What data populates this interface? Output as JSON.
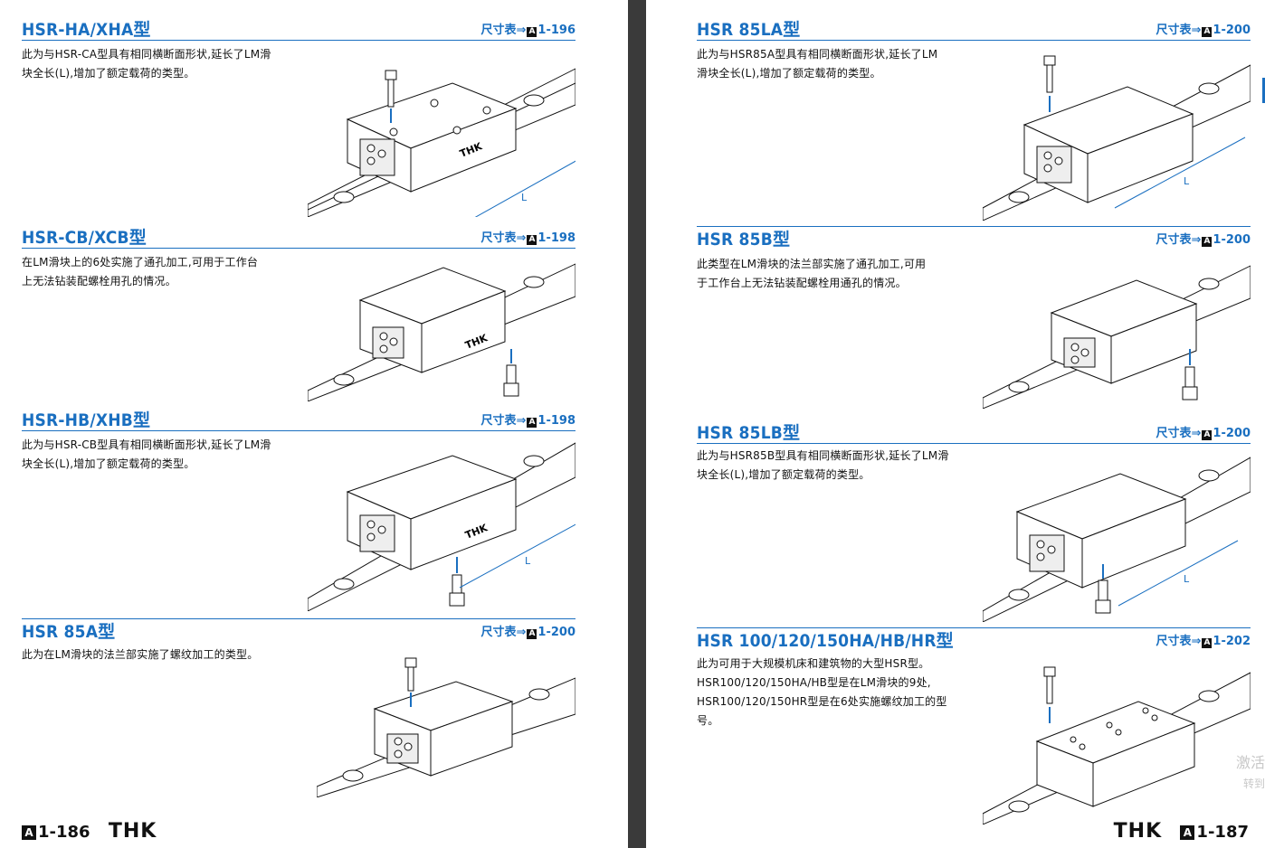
{
  "left_page": {
    "sections": [
      {
        "title": "HSR-HA/XHA型",
        "ref_prefix": "尺寸表⇒",
        "ref_page": "1-196",
        "desc_lines": [
          "此为与HSR-CA型具有相同横断面形状,延长了LM滑",
          "块全长(L),增加了额定载荷的类型。"
        ],
        "dim_label": "L",
        "brand_mark": "THK"
      },
      {
        "title": "HSR-CB/XCB型",
        "ref_prefix": "尺寸表⇒",
        "ref_page": "1-198",
        "desc_lines": [
          "在LM滑块上的6处实施了通孔加工,可用于工作台",
          "上无法钻装配螺栓用孔的情况。"
        ],
        "brand_mark": "THK"
      },
      {
        "title": "HSR-HB/XHB型",
        "ref_prefix": "尺寸表⇒",
        "ref_page": "1-198",
        "desc_lines": [
          "此为与HSR-CB型具有相同横断面形状,延长了LM滑",
          "块全长(L),增加了额定载荷的类型。"
        ],
        "dim_label": "L",
        "brand_mark": "THK"
      },
      {
        "title": "HSR 85A型",
        "ref_prefix": "尺寸表⇒",
        "ref_page": "1-200",
        "desc_lines": [
          "此为在LM滑块的法兰部实施了螺纹加工的类型。"
        ]
      }
    ],
    "footer": {
      "page": "1-186",
      "logo": "THK"
    }
  },
  "right_page": {
    "sections": [
      {
        "title": "HSR 85LA型",
        "ref_prefix": "尺寸表⇒",
        "ref_page": "1-200",
        "desc_lines": [
          "此为与HSR85A型具有相同横断面形状,延长了LM",
          "滑块全长(L),增加了额定载荷的类型。"
        ],
        "dim_label": "L"
      },
      {
        "title": "HSR 85B型",
        "ref_prefix": "尺寸表⇒",
        "ref_page": "1-200",
        "desc_lines": [
          "此类型在LM滑块的法兰部实施了通孔加工,可用",
          "于工作台上无法钻装配螺栓用通孔的情况。"
        ]
      },
      {
        "title": "HSR 85LB型",
        "ref_prefix": "尺寸表⇒",
        "ref_page": "1-200",
        "desc_lines": [
          "此为与HSR85B型具有相同横断面形状,延长了LM滑",
          "块全长(L),增加了额定载荷的类型。"
        ],
        "dim_label": "L"
      },
      {
        "title": "HSR 100/120/150HA/HB/HR型",
        "ref_prefix": "尺寸表⇒",
        "ref_page": "1-202",
        "desc_lines": [
          "此为可用于大规模机床和建筑物的大型HSR型。",
          "HSR100/120/150HA/HB型是在LM滑块的9处,",
          "HSR100/120/150HR型是在6处实施螺纹加工的型",
          "号。"
        ]
      }
    ],
    "footer": {
      "page": "1-187",
      "logo": "THK"
    },
    "watermark_lines": [
      "激活",
      "转到"
    ]
  },
  "colors": {
    "accent": "#1a6fc0",
    "gutter": "#3a3a3a",
    "text": "#111111"
  }
}
